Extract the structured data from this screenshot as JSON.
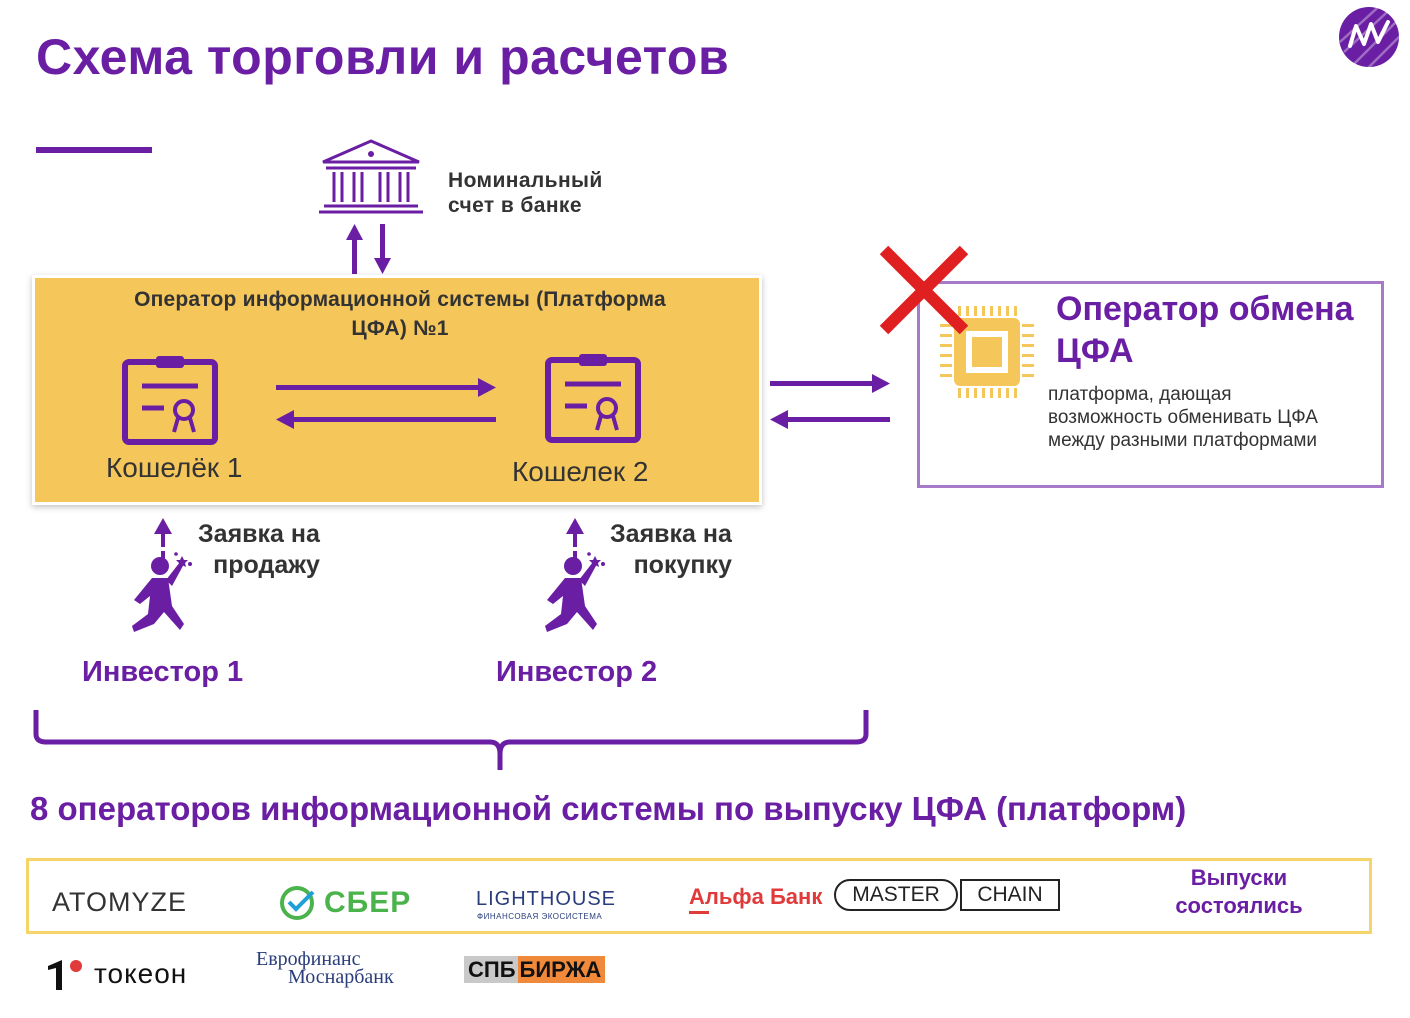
{
  "title": "Схема торговли и расчетов",
  "bank": {
    "label_line1": "Номинальный",
    "label_line2": "счет в банке"
  },
  "platform": {
    "title_line1": "Оператор информационной системы (Платформа",
    "title_line2": "ЦФА) №1",
    "wallet1": "Кошелёк 1",
    "wallet2": "Кошелек 2"
  },
  "exchange": {
    "title_line1": "Оператор обмена",
    "title_line2": "ЦФА",
    "desc_line1": "платформа, дающая",
    "desc_line2": "возможность обменивать ЦФА",
    "desc_line3": "между разными платформами"
  },
  "orders": {
    "sell_line1": "Заявка на",
    "sell_line2": "продажу",
    "buy_line1": "Заявка на",
    "buy_line2": "покупку"
  },
  "investors": {
    "investor1": "Инвестор 1",
    "investor2": "Инвестор 2"
  },
  "summary": "8 операторов информационной системы по выпуску ЦФА (платформ)",
  "issued_label_line1": "Выпуски",
  "issued_label_line2": "состоялись",
  "logos": {
    "atomyze": "ATOMYZE",
    "sber": "СБЕР",
    "lighthouse": "LIGHTHOUSE",
    "lighthouse_sub": "ФИНАНСОВАЯ ЭКОСИСТЕМА",
    "alfa": "Альфа Банк",
    "master": "MASTER",
    "chain": "CHAIN",
    "tokeon": "токеон",
    "evrofinans_line1": "Еврофинанс",
    "evrofinans_line2": "Моснарбанк",
    "spb": "СПБ",
    "birzha": "БИРЖА"
  },
  "colors": {
    "purple": "#6a1ea3",
    "yellow": "#f5c75b",
    "cross": "#e02020",
    "text": "#333333"
  },
  "icons": [
    "bank-icon",
    "wallet-certificate-icon",
    "chip-icon",
    "cross-icon",
    "investor-running-icon",
    "arrow-icon",
    "mw-logo-icon"
  ]
}
